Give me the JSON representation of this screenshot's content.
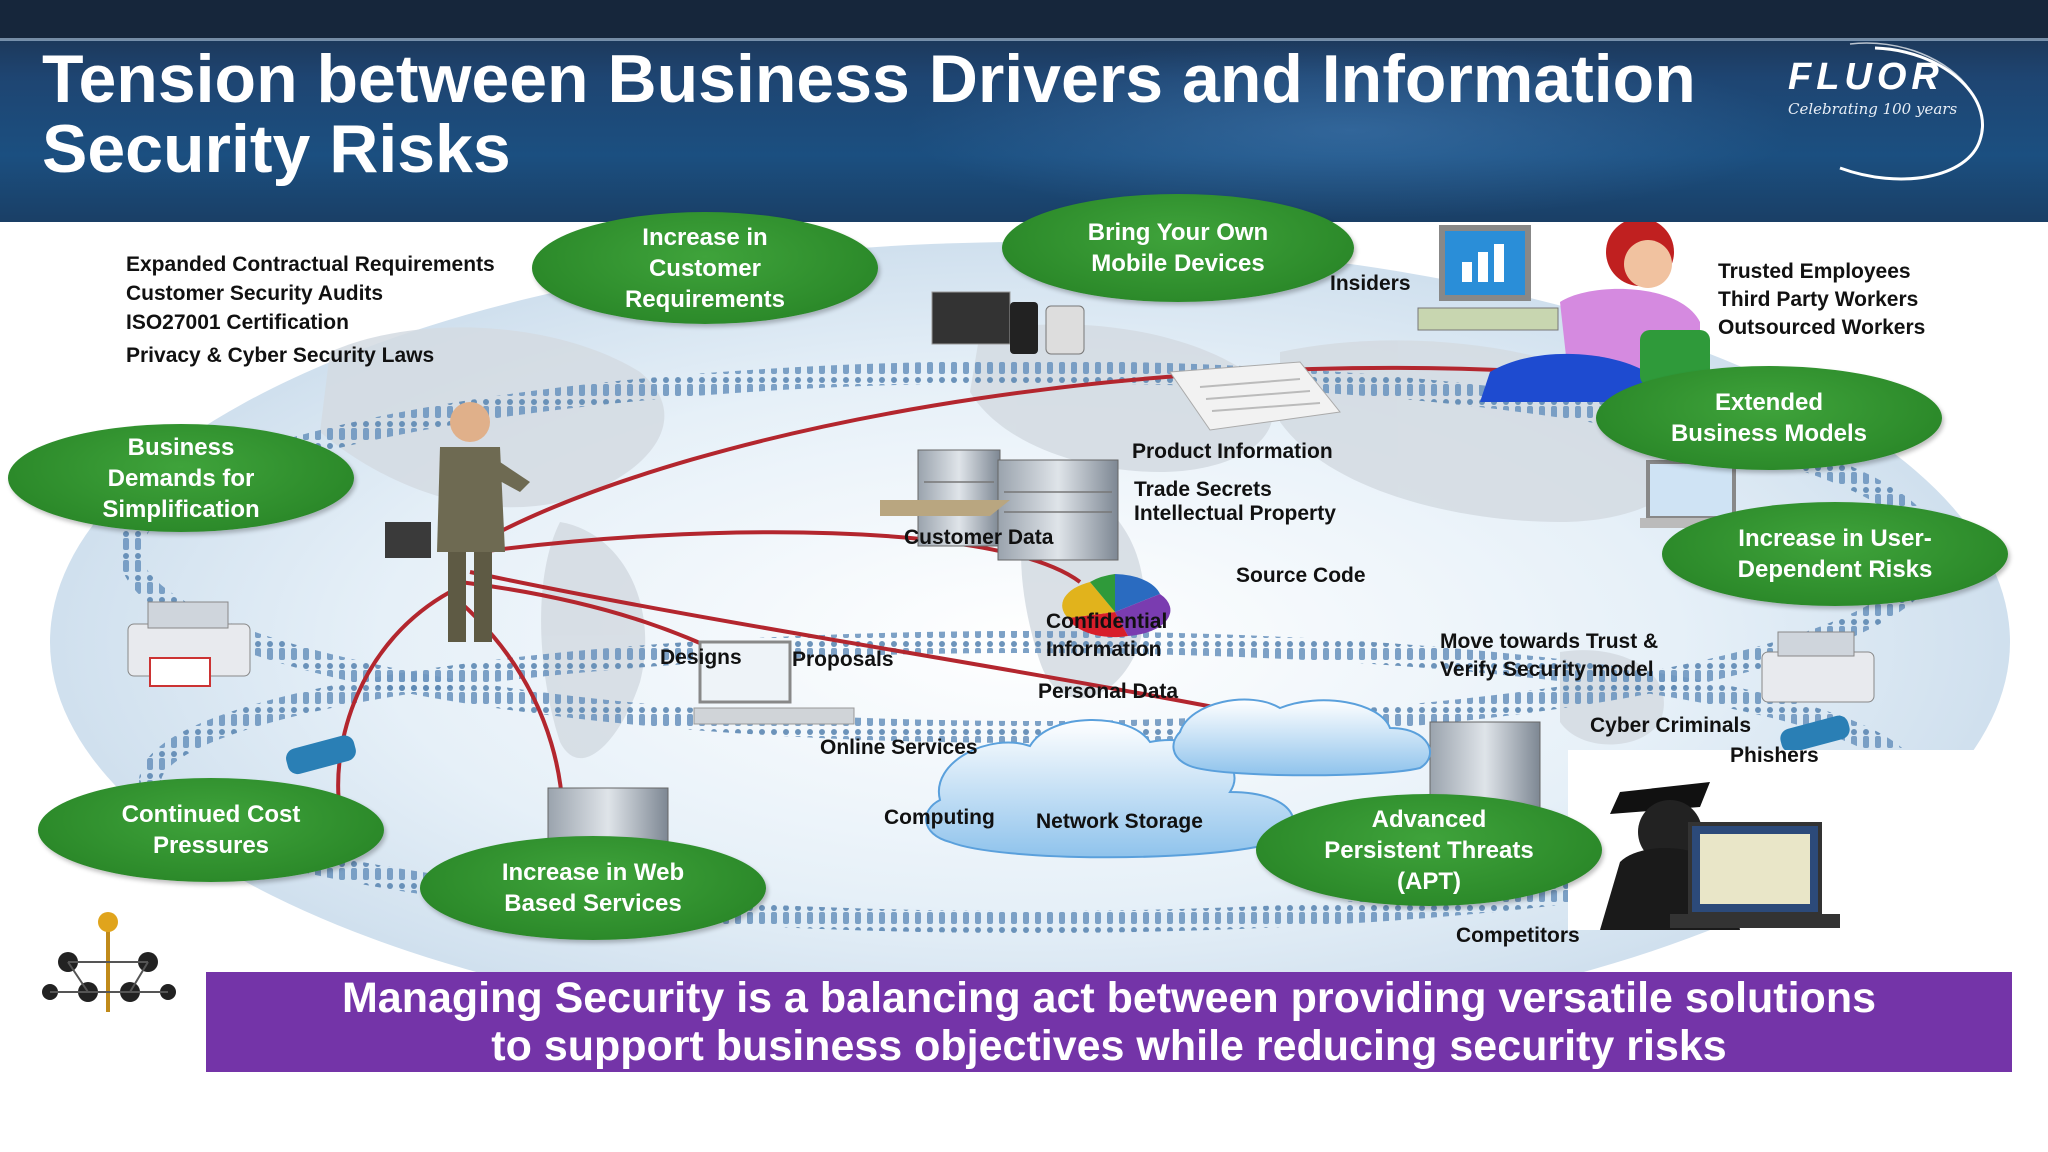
{
  "header": {
    "title_line1": "Tension between Business Drivers and  Information",
    "title_line2": "Security Risks",
    "logo_word": "FLUOR",
    "logo_tagline": "Celebrating 100 years"
  },
  "ovals": {
    "customer_requirements": [
      "Increase in",
      "Customer",
      "Requirements"
    ],
    "byod": [
      "Bring Your Own",
      "Mobile Devices"
    ],
    "business_demands": [
      "Business",
      "Demands  for",
      "Simplification"
    ],
    "extended_business": [
      "Extended",
      "Business Models"
    ],
    "user_dependent_risks": [
      "Increase in User-",
      "Dependent Risks"
    ],
    "continued_cost": [
      "Continued Cost",
      "Pressures"
    ],
    "web_services": [
      "Increase in Web",
      "Based Services"
    ],
    "apt": [
      "Advanced",
      "Persistent Threats",
      "(APT)"
    ]
  },
  "labels": {
    "contractual": [
      "Expanded Contractual Requirements",
      "Customer Security Audits",
      " ISO27001  Certification",
      "Privacy  & Cyber Security  Laws"
    ],
    "insiders": "Insiders",
    "workers": [
      "Trusted Employees",
      "Third Party Workers",
      " Outsourced Workers"
    ],
    "product_information": "Product Information",
    "trade_secrets": [
      "Trade Secrets",
      " Intellectual Property"
    ],
    "customer_data": "Customer Data",
    "source_code": "Source Code",
    "confidential": [
      "Confidential",
      "Information"
    ],
    "designs": "Designs",
    "proposals": "Proposals",
    "personal_data": "Personal Data",
    "trust_verify": [
      "Move towards Trust &",
      "Verify Security model"
    ],
    "online_services": "Online Services",
    "computing": "Computing",
    "network_storage": "Network Storage",
    "cyber_criminals": "Cyber Criminals",
    "phishers": "Phishers",
    "competitors": "Competitors"
  },
  "banner": {
    "line1": "Managing Security is a balancing act between providing versatile solutions",
    "line2": "to support business objectives while reducing security risks"
  },
  "colors": {
    "oval_green": "#2c8a2a",
    "banner_purple": "#7434a8",
    "header_blue": "#1e4572",
    "link_red": "#b3262e"
  }
}
